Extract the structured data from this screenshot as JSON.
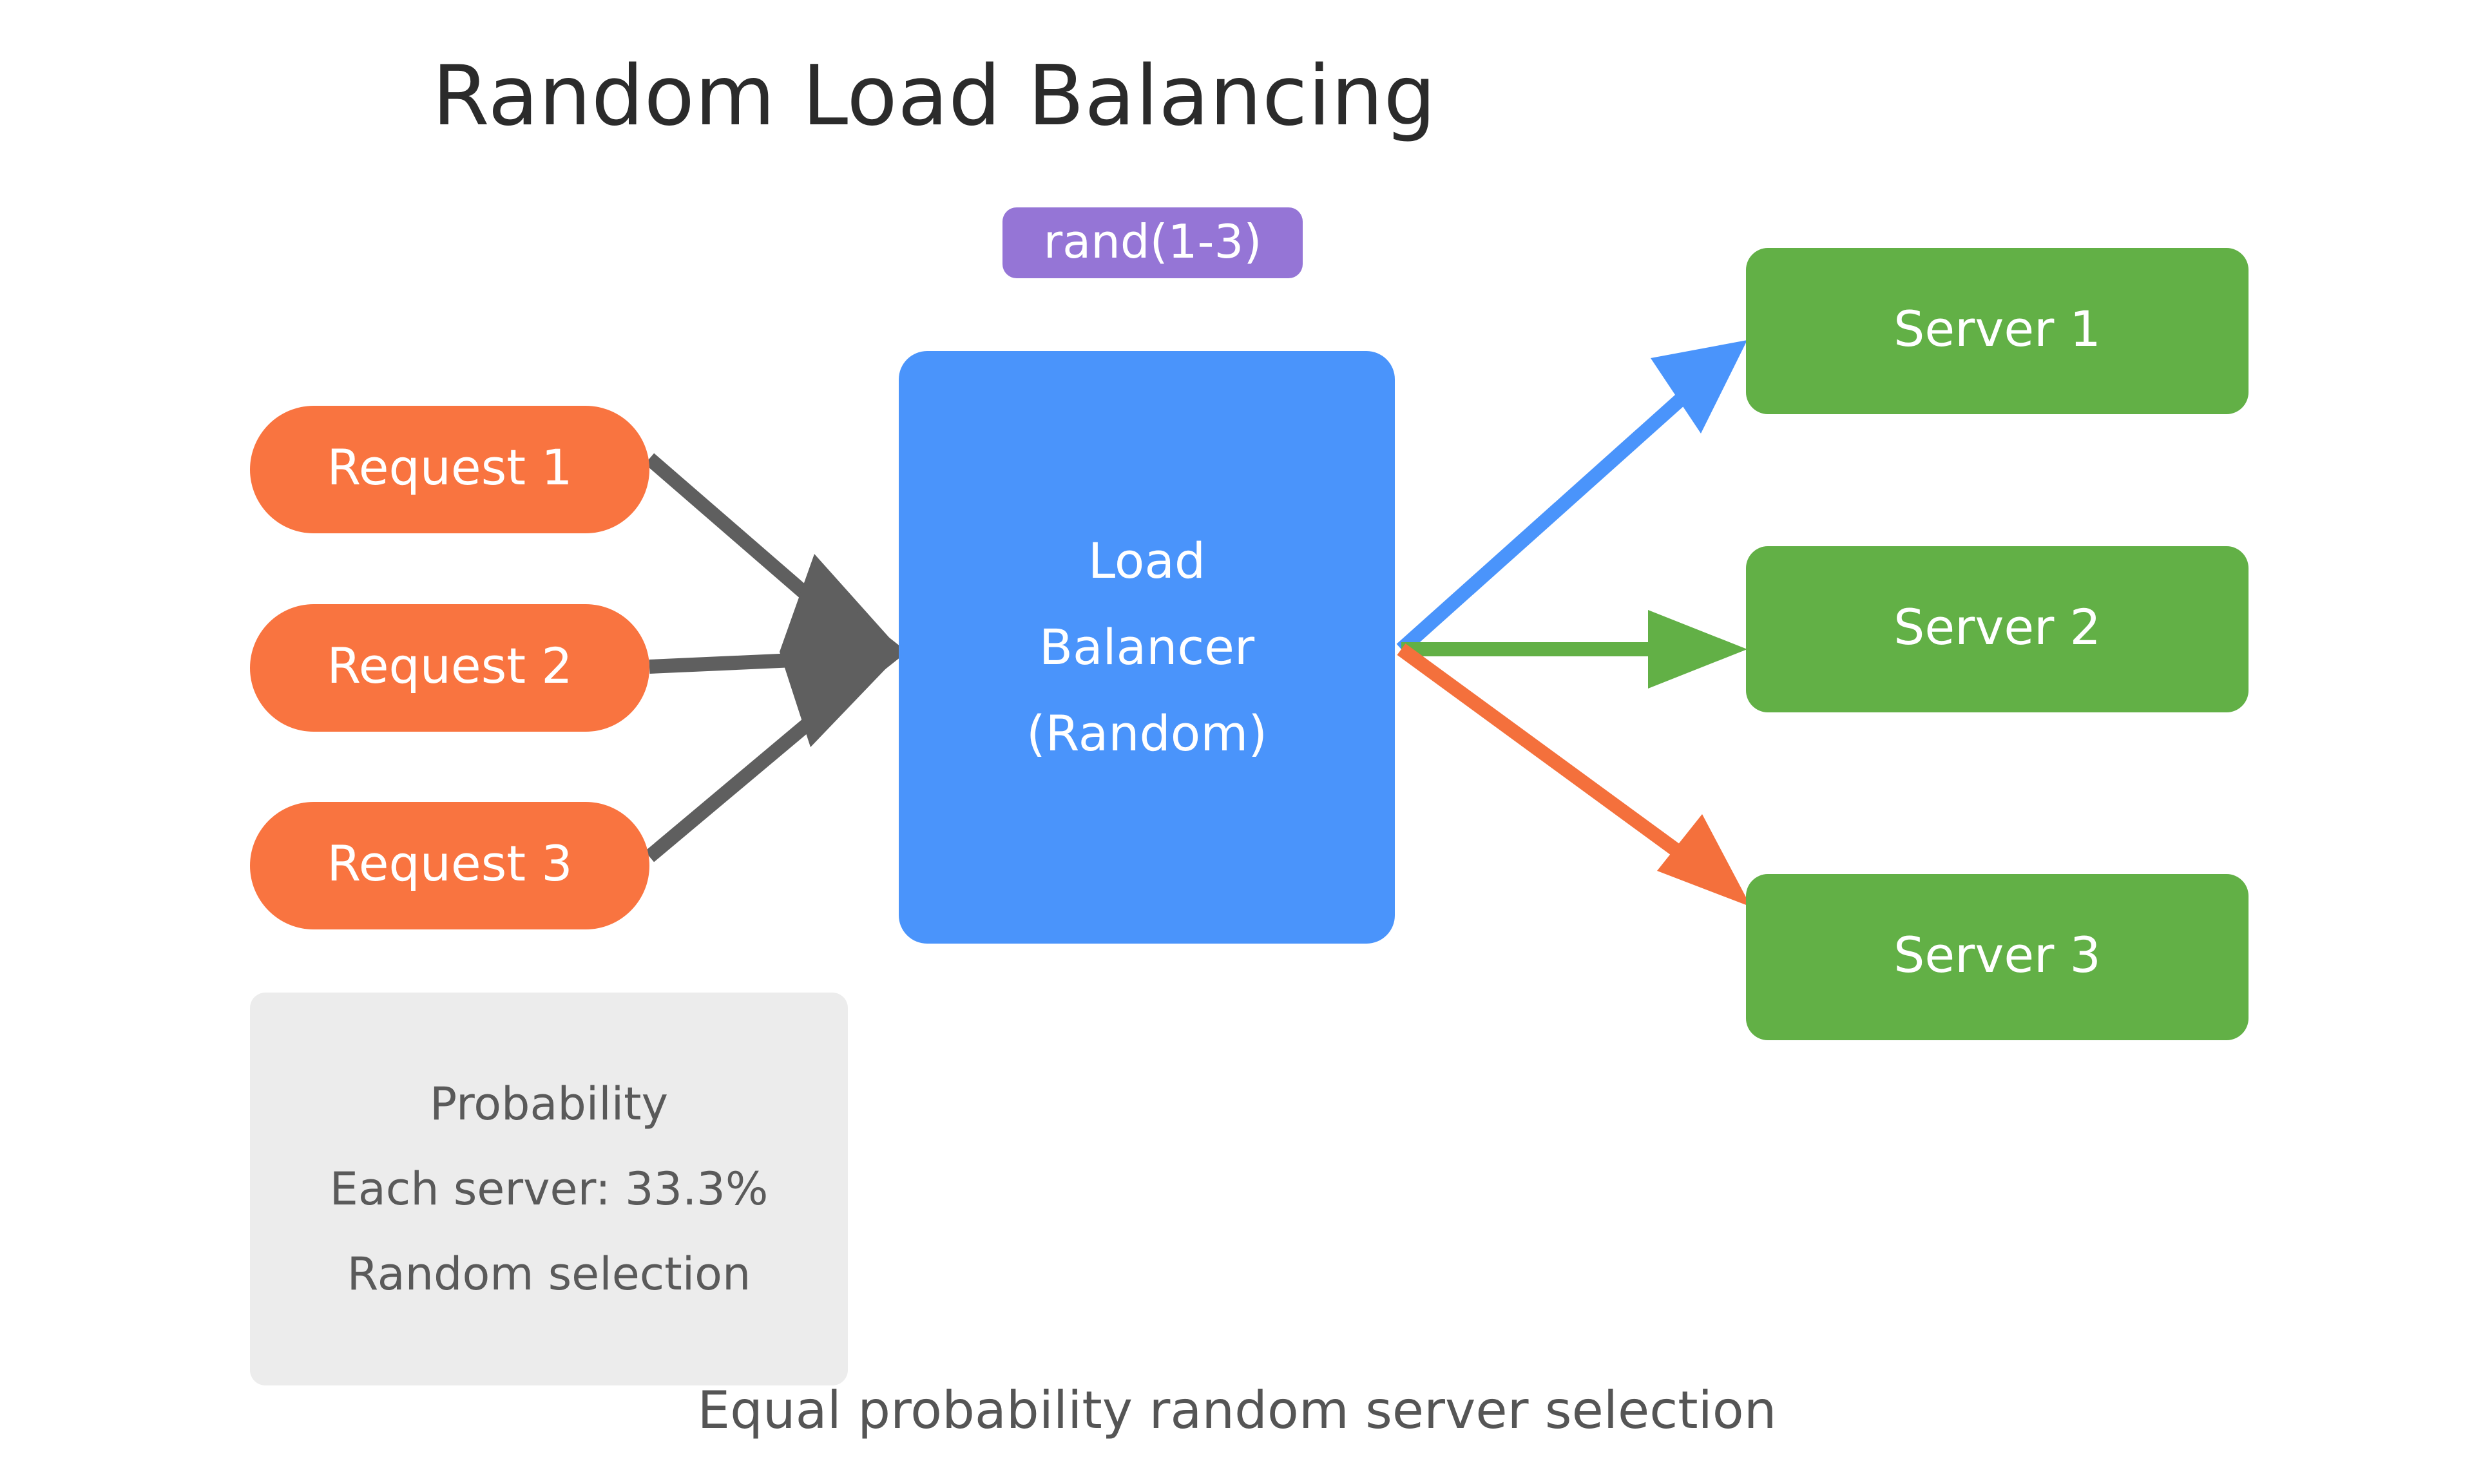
{
  "diagram": {
    "title": "Random Load Balancing",
    "caption": "Equal probability random server selection",
    "badge": {
      "label": "rand(1-3)",
      "color": "#9575d6"
    },
    "requests": [
      {
        "label": "Request 1"
      },
      {
        "label": "Request 2"
      },
      {
        "label": "Request 3"
      }
    ],
    "request_color": "#f97440",
    "load_balancer": {
      "lines": [
        "Load",
        "Balancer",
        "(Random)"
      ],
      "color": "#4a94fb"
    },
    "servers": [
      {
        "label": "Server 1",
        "arrow_color": "#4a94fb"
      },
      {
        "label": "Server 2",
        "arrow_color": "#62b046"
      },
      {
        "label": "Server 3",
        "arrow_color": "#f4703c"
      }
    ],
    "server_color": "#62b046",
    "incoming_edge_color": "#5f5f5f",
    "info_box": {
      "background": "#ececec",
      "lines": [
        "Probability",
        "Each server: 33.3%",
        "Random selection"
      ]
    }
  }
}
